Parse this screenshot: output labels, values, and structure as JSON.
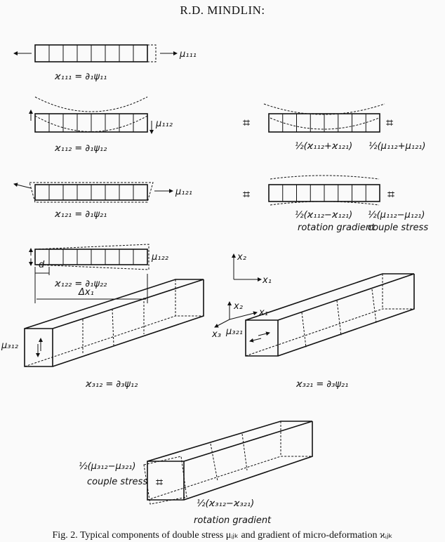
{
  "header": {
    "title": "R.D. MINDLIN:"
  },
  "figure": {
    "panel_111": {
      "stress": "μ₁₁₁",
      "strain": "ϰ₁₁₁ = ∂₁ψ₁₁"
    },
    "panel_112": {
      "stress": "μ₁₁₂",
      "strain": "ϰ₁₁₂ = ∂₁ψ₁₂"
    },
    "panel_121": {
      "stress": "μ₁₂₁",
      "strain": "ϰ₁₂₁ = ∂₁ψ₂₁"
    },
    "panel_122": {
      "stress": "μ₁₂₂",
      "strain": "ϰ₁₂₂ = ∂₁ψ₂₂",
      "d": "d",
      "dx": "Δx₁"
    },
    "panel_sym": {
      "strain": "½(ϰ₁₁₂+ϰ₁₂₁)",
      "stress": "½(μ₁₁₂+μ₁₂₁)"
    },
    "panel_anti": {
      "strain": "½(ϰ₁₁₂−ϰ₁₂₁)",
      "strain_note": "rotation gradient",
      "stress": "½(μ₁₁₂−μ₁₂₁)",
      "stress_note": "couple stress"
    },
    "axes_2d": {
      "x1": "x₁",
      "x2": "x₂"
    },
    "axes_3d": {
      "x1": "x₁",
      "x2": "x₂",
      "x3": "x₃"
    },
    "panel_312": {
      "stress": "μ₃₁₂",
      "strain": "ϰ₃₁₂ = ∂₃ψ₁₂"
    },
    "panel_321": {
      "stress": "μ₃₂₁",
      "strain": "ϰ₃₂₁ = ∂₃ψ₂₁"
    },
    "panel_3anti": {
      "stress": "½(μ₃₁₂−μ₃₂₁)",
      "stress_note": "couple stress",
      "strain": "½(ϰ₃₁₂−ϰ₃₂₁)",
      "strain_note": "rotation gradient"
    }
  },
  "caption": "Fig. 2. Typical components of double stress μᵢⱼₖ and gradient of micro-deformation ϰᵢⱼₖ"
}
